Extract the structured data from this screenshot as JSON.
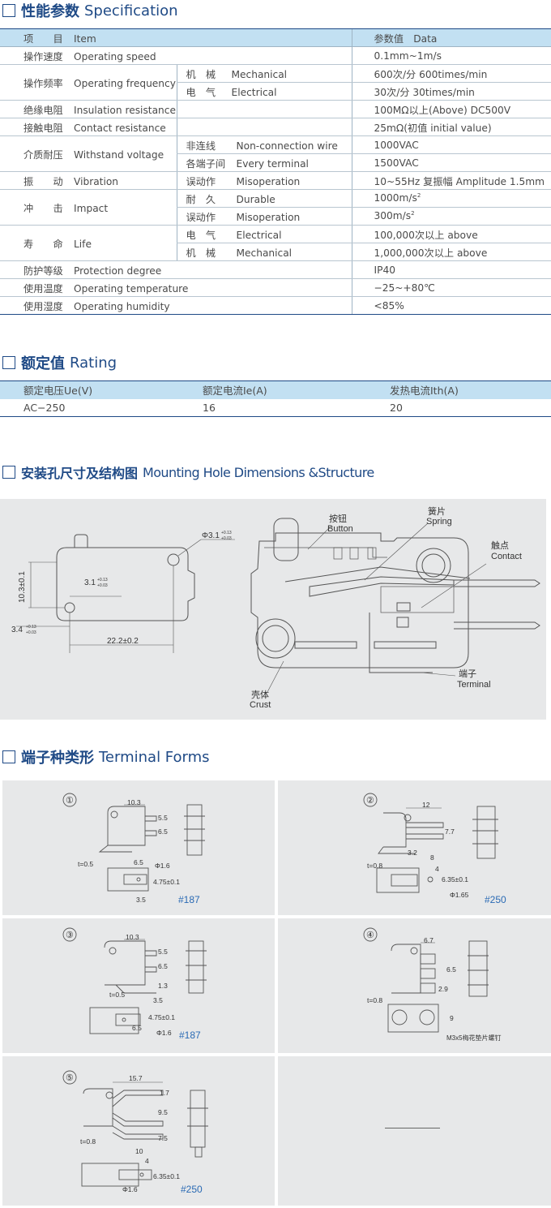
{
  "sections": {
    "spec": {
      "cn": "性能参数",
      "en": "Specification"
    },
    "rating": {
      "cn": "额定值",
      "en": "Rating"
    },
    "mount": {
      "cn": "安装孔尺寸及结构图",
      "en": "Mounting Hole Dimensions &Structure"
    },
    "terminal": {
      "cn": "端子种类形",
      "en": "Terminal Forms"
    }
  },
  "spec_table": {
    "header": {
      "cn": "项　　目",
      "en": "Item",
      "value": "参数值　Data"
    },
    "rows": [
      {
        "cn": "操作速度",
        "en": "Operating speed",
        "value": "0.1mm~1m/s"
      },
      {
        "cn": "操作频率",
        "en": "Operating frequency",
        "sub1_cn": "机　械",
        "sub1_en": "Mechanical",
        "value1": "600次/分 600times/min",
        "sub2_cn": "电　气",
        "sub2_en": "Electrical",
        "value2": "30次/分 30times/min"
      },
      {
        "cn": "绝缘电阻",
        "en": "Insulation resistance",
        "value": "100MΩ以上(Above) DC500V"
      },
      {
        "cn": "接触电阻",
        "en": "Contact resistance",
        "value": "25mΩ(初值 initial value)"
      },
      {
        "cn": "介质耐压",
        "en": "Withstand voltage",
        "sub1_cn": "非连线",
        "sub1_en": "Non-connection wire",
        "value1": "1000VAC",
        "sub2_cn": "各端子间",
        "sub2_en": "Every terminal",
        "value2": "1500VAC"
      },
      {
        "cn": "振　　动",
        "en": "Vibration",
        "sub1_cn": "误动作",
        "sub1_en": "Misoperation",
        "value": "10~55Hz  复振幅  Amplitude 1.5mm"
      },
      {
        "cn": "冲　　击",
        "en": "Impact",
        "sub1_cn": "耐　久",
        "sub1_en": "Durable",
        "value1": "1000m/s",
        "sub2_cn": "误动作",
        "sub2_en": "Misoperation",
        "value2": "300m/s",
        "unit_sup": "2"
      },
      {
        "cn": "寿　　命",
        "en": "Life",
        "sub1_cn": "电　气",
        "sub1_en": "Electrical",
        "value1": "100,000次以上 above",
        "sub2_cn": "机　械",
        "sub2_en": "Mechanical",
        "value2": "1,000,000次以上 above"
      },
      {
        "cn": "防护等级",
        "en": "Protection degree",
        "value": "IP40"
      },
      {
        "cn": "使用温度",
        "en": "Operating temperature",
        "value": "−25~+80℃"
      },
      {
        "cn": "使用湿度",
        "en": "Operating humidity",
        "value": "<85%"
      }
    ]
  },
  "rating_table": {
    "headers": [
      "额定电压Ue(V)",
      "额定电流Ie(A)",
      "发热电流Ith(A)"
    ],
    "values": [
      "AC−250",
      "16",
      "20"
    ]
  },
  "mount_drawing": {
    "dims": {
      "hole": "Φ3.1",
      "hole_tol_top": "+0.13",
      "hole_tol_bot": "+0.03",
      "height": "10.3±0.1",
      "d31": "3.1",
      "d34": "3.4",
      "width": "22.2±0.2"
    },
    "labels": {
      "button_cn": "按钮",
      "button_en": "Button",
      "spring_cn": "簧片",
      "spring_en": "Spring",
      "contact_cn": "触点",
      "contact_en": "Contact",
      "terminal_cn": "端子",
      "terminal_en": "Terminal",
      "crust_cn": "壳体",
      "crust_en": "Crust"
    }
  },
  "terminal_forms": [
    {
      "num": "①",
      "code": "#187",
      "dims": [
        "10.3",
        "5.5",
        "6.5",
        "t=0.5",
        "6.5",
        "Φ1.6",
        "4.75±0.1",
        "3.5"
      ]
    },
    {
      "num": "②",
      "code": "#250",
      "dims": [
        "12",
        "7.7",
        "3.2",
        "8",
        "4",
        "t=0.8",
        "6.35±0.1",
        "Φ1.65"
      ]
    },
    {
      "num": "③",
      "code": "#187",
      "dims": [
        "10.3",
        "5.5",
        "6.5",
        "1.3",
        "t=0.5",
        "3.5",
        "4.75±0.1",
        "6.5",
        "Φ1.6"
      ]
    },
    {
      "num": "④",
      "code": "",
      "dims": [
        "6.7",
        "6.5",
        "2.9",
        "t=0.8",
        "9"
      ],
      "note": "M3x5梅花垫片螺钉"
    },
    {
      "num": "⑤",
      "code": "#250",
      "dims": [
        "15.7",
        "1.7",
        "9.5",
        "7.5",
        "t=0.8",
        "10",
        "4",
        "6.35±0.1",
        "Φ1.6"
      ]
    }
  ]
}
